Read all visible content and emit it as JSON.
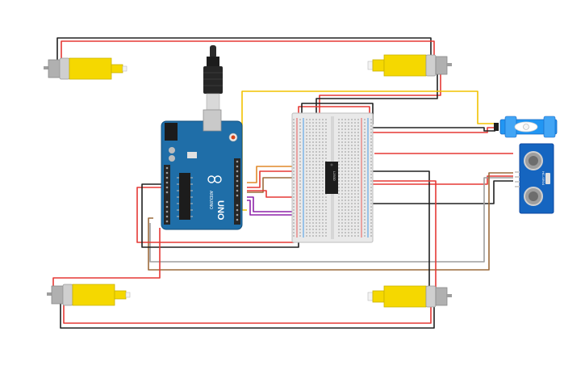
{
  "board": {
    "brand": "ARDUINO",
    "model": "UNO",
    "color": "#1f6ea8"
  },
  "motor_driver": {
    "label": "L293D"
  },
  "ultrasonic_sensor": {
    "label": "HC-SR04",
    "color": "#1565c0"
  },
  "servo": {
    "color": "#2196f3"
  },
  "motors": {
    "color": "#f5d800",
    "count": 4
  },
  "wire_colors": {
    "power": "#e53935",
    "ground": "#212121",
    "signal_yellow": "#f2c200",
    "signal_purple": "#8e24aa",
    "signal_orange": "#e0882a",
    "signal_brown": "#9c6b3c",
    "signal_grey": "#9e9e9e"
  }
}
